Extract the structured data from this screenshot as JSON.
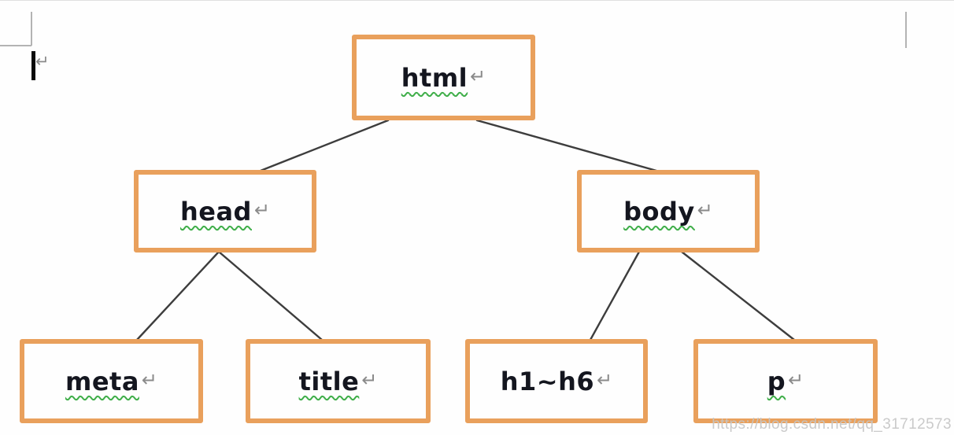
{
  "diagram": {
    "nodes": [
      {
        "id": "html",
        "label": "html",
        "spellcheck_underline": true
      },
      {
        "id": "head",
        "label": "head",
        "spellcheck_underline": true
      },
      {
        "id": "body",
        "label": "body",
        "spellcheck_underline": true
      },
      {
        "id": "meta",
        "label": "meta",
        "spellcheck_underline": true
      },
      {
        "id": "title",
        "label": "title",
        "spellcheck_underline": true
      },
      {
        "id": "h1h6",
        "label": "h1~h6",
        "spellcheck_underline": false
      },
      {
        "id": "p",
        "label": "p",
        "spellcheck_underline": true
      }
    ],
    "edges": [
      [
        "html",
        "head"
      ],
      [
        "html",
        "body"
      ],
      [
        "head",
        "meta"
      ],
      [
        "head",
        "title"
      ],
      [
        "body",
        "h1~h6"
      ],
      [
        "body",
        "p"
      ]
    ]
  },
  "marks": {
    "paragraph_mark": "↵"
  },
  "watermark": {
    "text": "https://blog.csdn.net/qq_31712573"
  },
  "colors": {
    "node_border": "#E9A05C",
    "node_text": "#14161f",
    "connector": "#3d3d3d",
    "spellcheck_wave": "#3fae49",
    "watermark": "#c6c6c6",
    "margin_mark": "#b3b3b3"
  }
}
